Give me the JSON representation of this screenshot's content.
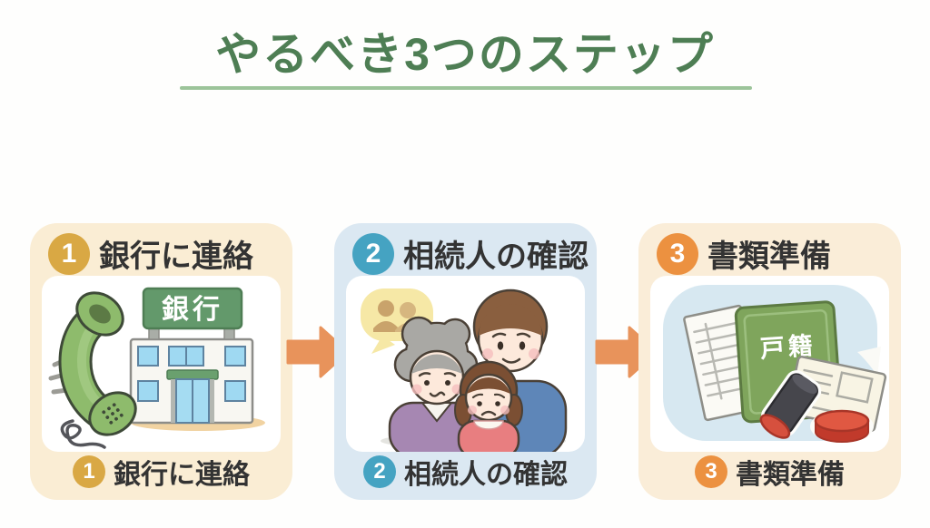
{
  "title": "やるべき3つのステップ",
  "steps": [
    {
      "number": "1",
      "label": "銀行に連絡",
      "badge_color": "#D9A844",
      "card_color": "#FAEDD4",
      "illustration": "green-phone-and-bank-building",
      "bank_sign": "銀行"
    },
    {
      "number": "2",
      "label": "相続人の確認",
      "badge_color": "#45A3C2",
      "card_color": "#DBE8F2",
      "illustration": "family-grandmother-father-girl-with-speech-bubble"
    },
    {
      "number": "3",
      "label": "書類準備",
      "badge_color": "#EC9140",
      "card_color": "#FAEDD8",
      "illustration": "documents-family-register-book-hanko-stamp-inkpad",
      "book_cover": "戸籍"
    }
  ],
  "colors": {
    "title_green": "#4E7E54",
    "underline_green": "#9CC49A",
    "arrow_orange": "#E8935B",
    "text_dark": "#333333",
    "background": "#FEFEFD"
  }
}
